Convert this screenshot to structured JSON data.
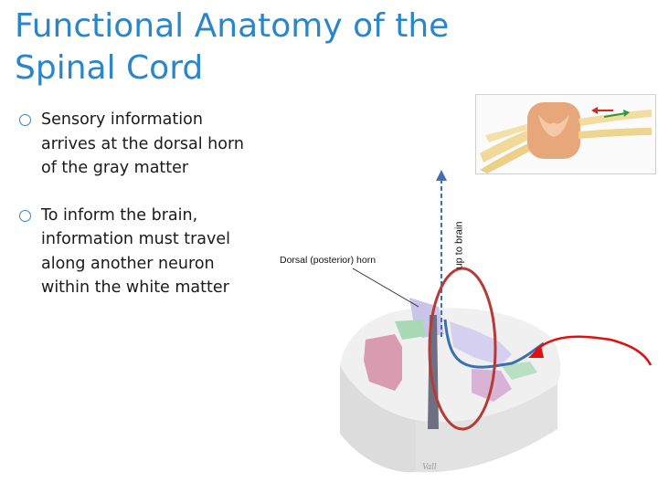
{
  "slide": {
    "title": "Functional Anatomy of the Spinal Cord",
    "bullets": [
      "Sensory information arrives at the dorsal horn of the gray matter",
      "To inform the brain, information must travel along another neuron within the white matter"
    ]
  },
  "diagram": {
    "horn_label": "Dorsal (posterior) horn",
    "brain_label": "up to brain",
    "signature": "Vall",
    "colors": {
      "title": "#2a86c8",
      "neuron_path": "#3a6fb0",
      "incoming_axon": "#dd1111",
      "highlight_circle": "#b53b36",
      "arrow": "#3f6fb5"
    }
  }
}
